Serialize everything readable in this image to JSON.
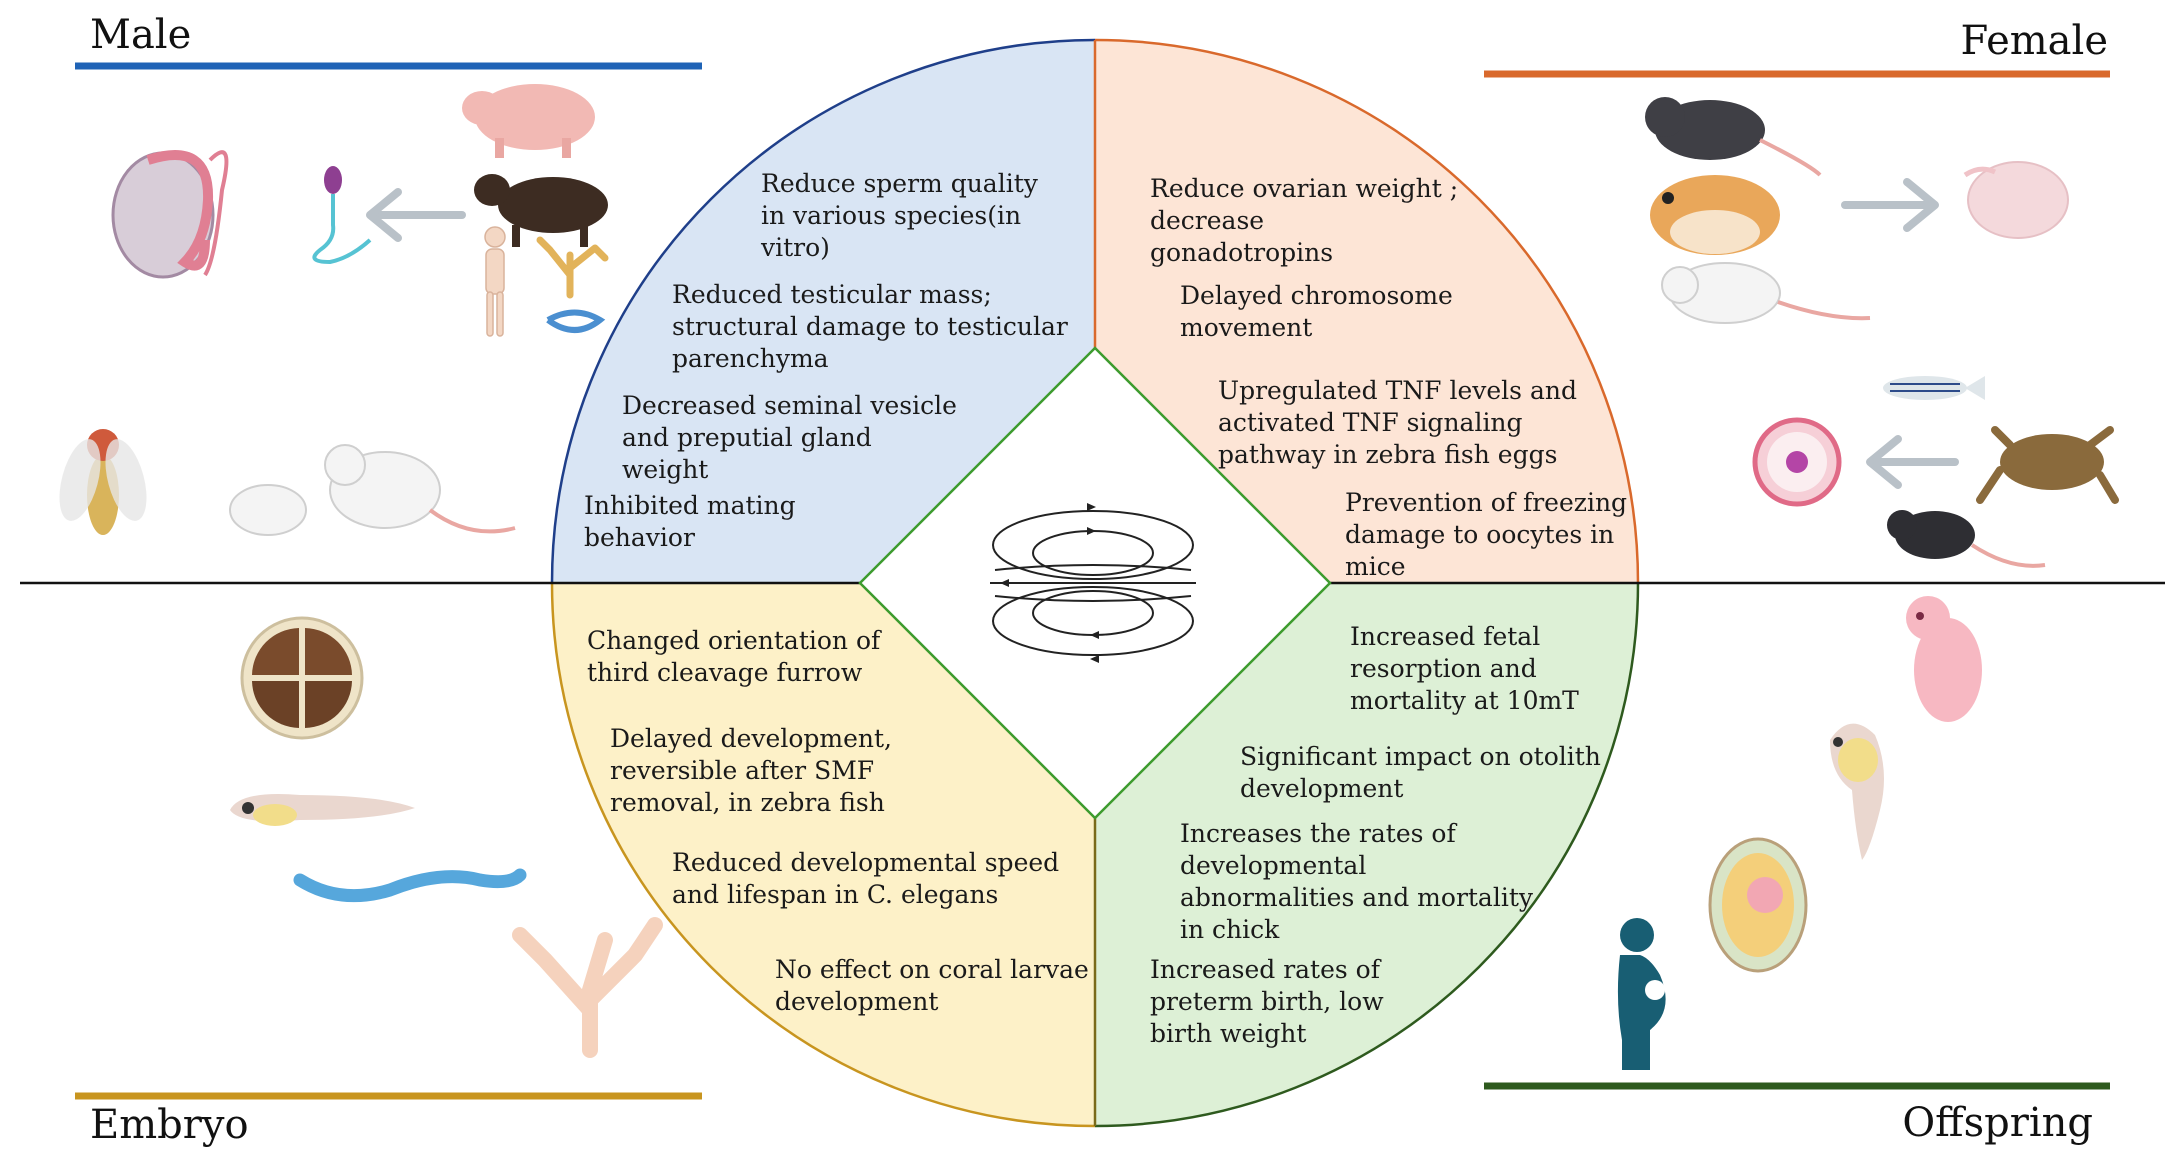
{
  "corners": {
    "male": "Male",
    "female": "Female",
    "embryo": "Embryo",
    "offspring": "Offspring"
  },
  "colors": {
    "male": "#1f63b6",
    "female": "#d9692c",
    "embryo": "#c8951f",
    "offspring": "#2e5a1e",
    "male_fill": "#d9e5f4",
    "female_fill": "#fde5d6",
    "embryo_fill": "#fdf1c8",
    "offspring_fill": "#ddf0d6",
    "diamond_edge": "#3d9b2e"
  },
  "quadrants": {
    "male": [
      "Reduce sperm quality",
      "in various species(in",
      "vitro)",
      "Reduced testicular mass;",
      "structural damage to testicular",
      "parenchyma",
      "Decreased seminal vesicle",
      "and preputial gland",
      "weight",
      "Inhibited mating",
      "behavior"
    ],
    "female": [
      "Reduce ovarian weight ;",
      "decrease",
      "gonadotropins",
      "Delayed chromosome",
      "movement",
      "Upregulated TNF levels and",
      "activated TNF signaling",
      "pathway in zebra fish eggs",
      "Prevention of freezing",
      "damage to oocytes in",
      "mice"
    ],
    "embryo": [
      "Changed orientation of",
      "third cleavage furrow",
      "Delayed development,",
      "reversible after SMF",
      "removal, in zebra fish",
      "Reduced developmental speed",
      "and lifespan in C. elegans",
      "No effect on coral larvae",
      "development"
    ],
    "offspring": [
      "Increased fetal",
      "resorption and",
      "mortality at 10mT",
      "Significant impact on otolith",
      "development",
      "Increases the rates of",
      "developmental",
      "abnormalities and mortality",
      "in chick",
      "Increased rates of",
      "preterm birth, low",
      "birth weight"
    ]
  },
  "icons": {
    "male": [
      "testis-icon",
      "sperm-icon",
      "pig-icon",
      "bull-icon",
      "human-icon",
      "coral-icon",
      "worm-icon",
      "fruit-fly-icon",
      "mice-icon"
    ],
    "female": [
      "rat-icon",
      "hamster-icon",
      "white-mouse-icon",
      "ovary-icon",
      "zebrafish-icon",
      "frog-icon",
      "black-mouse-icon",
      "oocyte-icon"
    ],
    "embryo": [
      "four-cell-embryo-icon",
      "zebrafish-larva-icon",
      "c-elegans-icon",
      "coral-larva-icon"
    ],
    "offspring": [
      "newborn-mouse-icon",
      "fish-embryo-icon",
      "chick-embryo-icon",
      "pregnant-woman-icon"
    ]
  }
}
